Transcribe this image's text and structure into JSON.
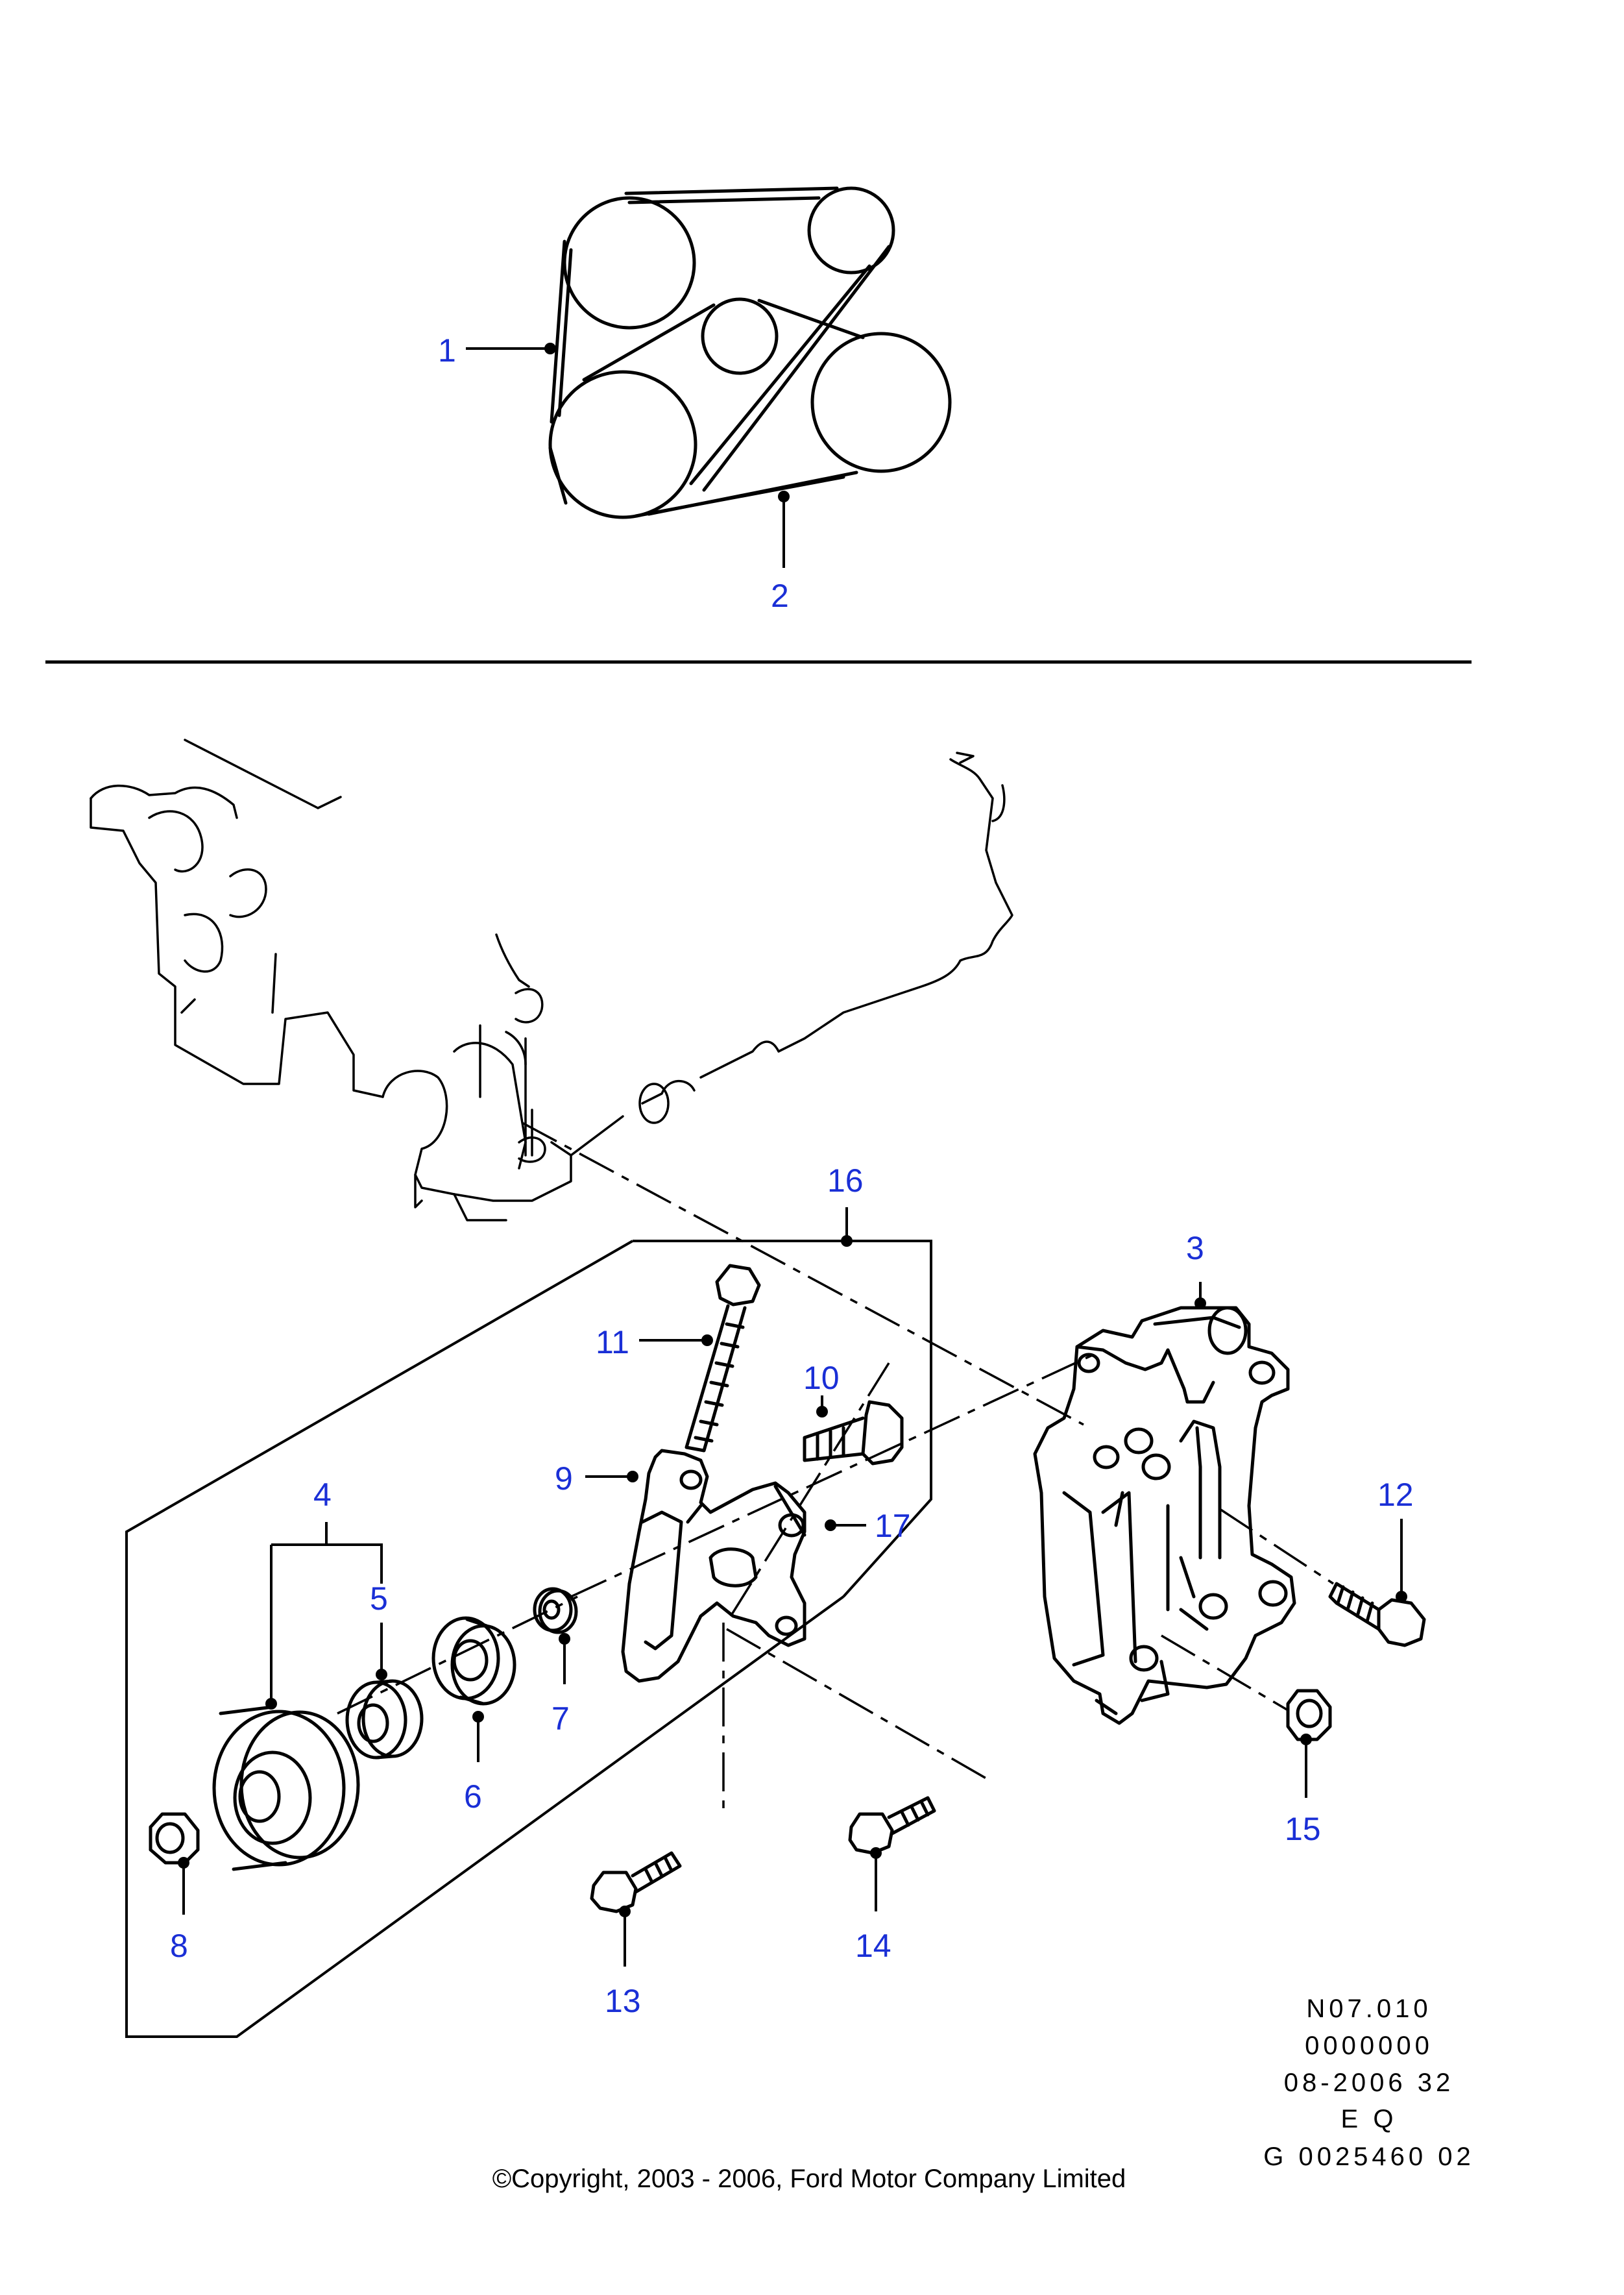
{
  "callouts": {
    "c1": "1",
    "c2": "2",
    "c3": "3",
    "c4": "4",
    "c5": "5",
    "c6": "6",
    "c7": "7",
    "c8": "8",
    "c9": "9",
    "c10": "10",
    "c11": "11",
    "c12": "12",
    "c13": "13",
    "c14": "14",
    "c15": "15",
    "c16": "16",
    "c17": "17"
  },
  "code_block": {
    "line1": "N07.010",
    "line2": "0000000",
    "line3": "08-2006 32",
    "line4": "E Q",
    "line5": "G 0025460 02"
  },
  "copyright": "©Copyright, 2003 - 2006, Ford Motor Company Limited",
  "colors": {
    "callout": "#1a2fd6",
    "line": "#000000",
    "background": "#ffffff"
  }
}
